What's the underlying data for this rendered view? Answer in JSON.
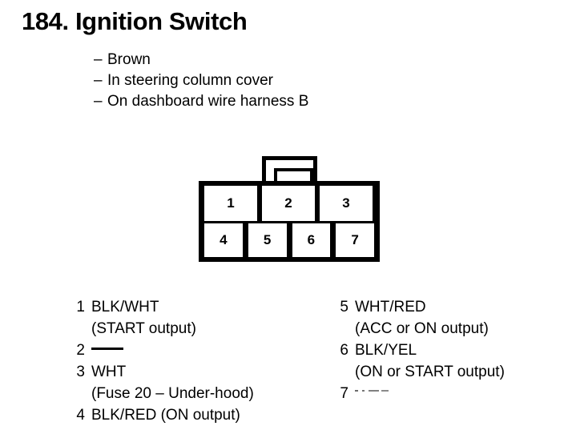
{
  "header": {
    "number": "184.",
    "title": "Ignition Switch",
    "full_title": "184. Ignition Switch",
    "attributes": [
      {
        "dash": "–",
        "text": "Brown"
      },
      {
        "dash": "–",
        "text": "In steering column cover"
      },
      {
        "dash": "–",
        "text": "On dashboard wire harness B"
      }
    ]
  },
  "connector": {
    "name": "7-pin connector",
    "latch": "locking-tab",
    "top_row": [
      {
        "pin": "1"
      },
      {
        "pin": "2"
      },
      {
        "pin": "3"
      }
    ],
    "bottom_row": [
      {
        "pin": "4"
      },
      {
        "pin": "5"
      },
      {
        "pin": "6"
      },
      {
        "pin": "7"
      }
    ]
  },
  "legend": {
    "left": [
      {
        "pin": "1",
        "wire": "BLK/WHT",
        "detail": "(START output)",
        "unused": false
      },
      {
        "pin": "2",
        "wire": "",
        "detail": "",
        "unused": true
      },
      {
        "pin": "3",
        "wire": "WHT",
        "detail": "(Fuse 20 – Under-hood)",
        "unused": false
      },
      {
        "pin": "4",
        "wire": "BLK/RED (ON output)",
        "detail": "",
        "unused": false
      }
    ],
    "right": [
      {
        "pin": "5",
        "wire": "WHT/RED",
        "detail": "(ACC or ON output)",
        "unused": false
      },
      {
        "pin": "6",
        "wire": "BLK/YEL",
        "detail": "(ON or START output)",
        "unused": false
      },
      {
        "pin": "7",
        "wire": "",
        "detail": "",
        "unused": true
      }
    ]
  },
  "colors": {
    "ink": "#000000",
    "paper": "#ffffff"
  }
}
